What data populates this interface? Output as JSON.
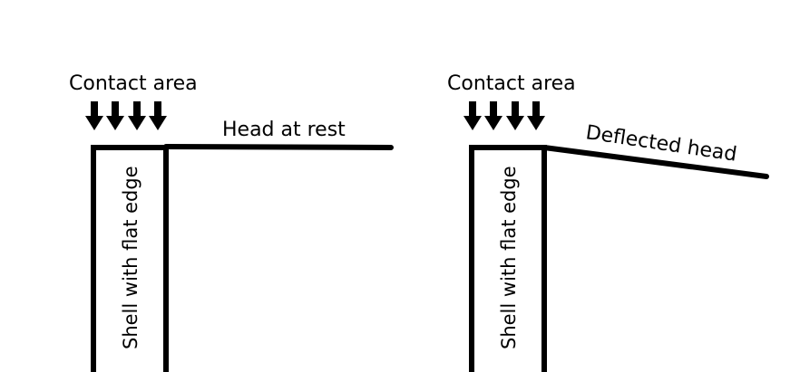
{
  "colors": {
    "background": "#ffffff",
    "ink": "#000000"
  },
  "left_panel": {
    "contact_label": "Contact area",
    "head_label": "Head at rest",
    "shell_label": "Shell with flat edge",
    "arrow_icon": "down-arrow-icon",
    "arrow_count": 4
  },
  "right_panel": {
    "contact_label": "Contact area",
    "head_label": "Deflected head",
    "shell_label": "Shell with flat edge",
    "arrow_icon": "down-arrow-icon",
    "arrow_count": 4
  }
}
